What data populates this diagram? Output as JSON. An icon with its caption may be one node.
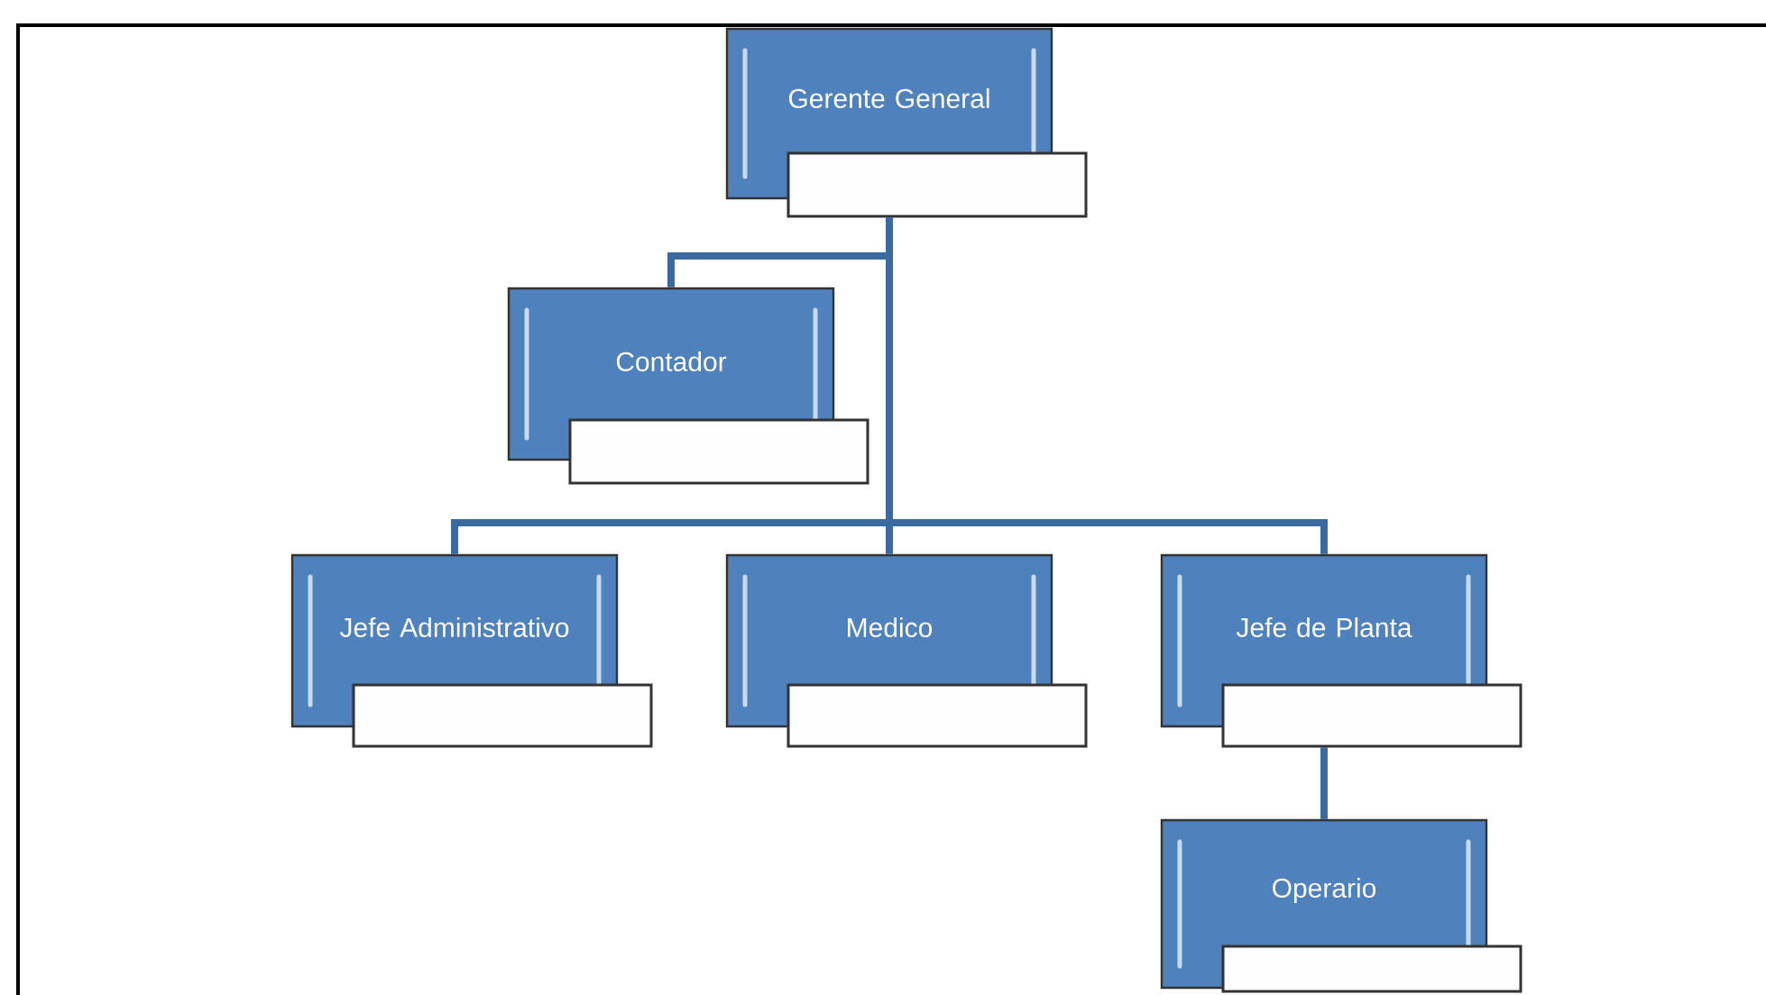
{
  "diagram": {
    "nodes": [
      {
        "text": [
          "Gerente General"
        ]
      },
      {
        "text": [],
        "shape": "box"
      },
      {
        "text": [
          "Contador"
        ]
      },
      {
        "text": [],
        "shape": "box"
      },
      {
        "text": [
          "Jefe Administrativo"
        ]
      },
      {
        "text": [],
        "shape": "box"
      },
      {
        "text": [
          "Medico"
        ]
      },
      {
        "text": [],
        "shape": "box"
      },
      {
        "text": [
          "Jefe de Planta"
        ]
      },
      {
        "text": [],
        "shape": "box"
      },
      {
        "text": [
          "Operario"
        ]
      },
      {
        "text": [],
        "shape": "box"
      }
    ],
    "edges": [
      {
        "from": 0,
        "to": 2,
        "arrow": "none"
      },
      {
        "from": 0,
        "to": 4,
        "arrow": "none"
      },
      {
        "from": 0,
        "to": 6,
        "arrow": "none"
      },
      {
        "from": 0,
        "to": 8,
        "arrow": "none"
      },
      {
        "from": 8,
        "to": 10,
        "arrow": "none"
      }
    ]
  }
}
